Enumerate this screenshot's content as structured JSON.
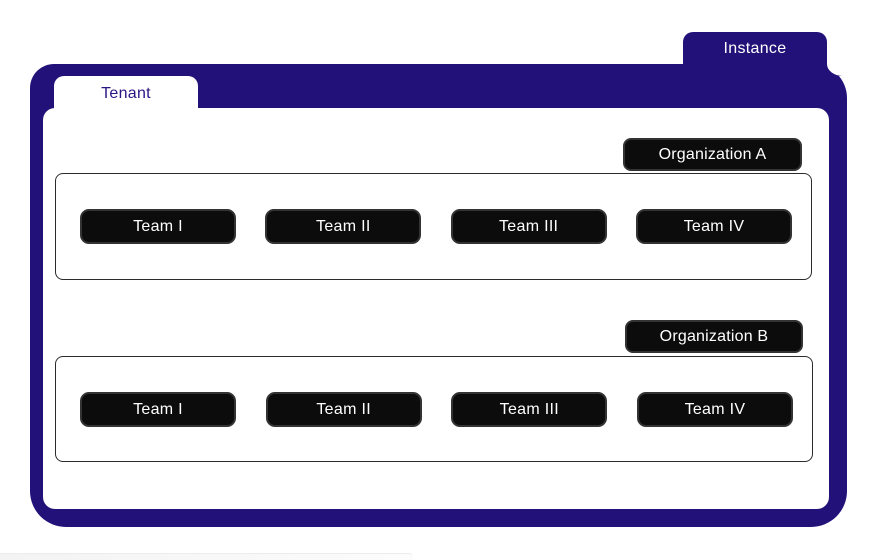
{
  "diagram": {
    "instance_label": "Instance",
    "tenant_label": "Tenant",
    "organizations": [
      {
        "label": "Organization A",
        "teams": [
          "Team I",
          "Team II",
          "Team III",
          "Team IV"
        ]
      },
      {
        "label": "Organization B",
        "teams": [
          "Team I",
          "Team II",
          "Team III",
          "Team IV"
        ]
      }
    ],
    "colors": {
      "indigo": "#221179",
      "box_black": "#0c0c0c",
      "white": "#ffffff"
    }
  }
}
